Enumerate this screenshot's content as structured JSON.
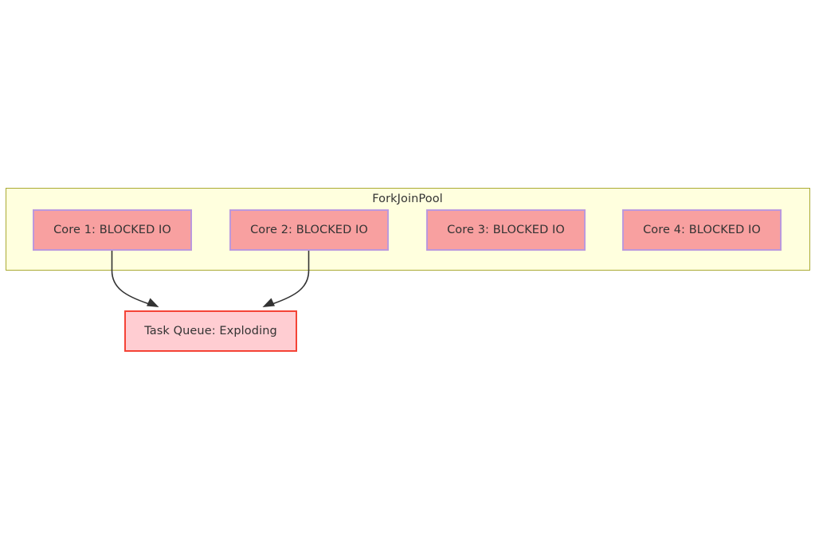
{
  "diagram": {
    "type": "flowchart",
    "background": "#ffffff",
    "cluster": {
      "label": "ForkJoinPool",
      "fill": "#ffffde",
      "stroke": "#aaaa33"
    },
    "nodes": [
      {
        "id": "core-1",
        "label": "Core 1: BLOCKED IO",
        "fill": "#f8a0a0",
        "stroke": "#bb99dd"
      },
      {
        "id": "core-2",
        "label": "Core 2: BLOCKED IO",
        "fill": "#f8a0a0",
        "stroke": "#bb99dd"
      },
      {
        "id": "core-3",
        "label": "Core 3: BLOCKED IO",
        "fill": "#f8a0a0",
        "stroke": "#bb99dd"
      },
      {
        "id": "core-4",
        "label": "Core 4: BLOCKED IO",
        "fill": "#f8a0a0",
        "stroke": "#bb99dd"
      },
      {
        "id": "task-queue",
        "label": "Task Queue: Exploding",
        "fill": "#ffcdd2",
        "stroke": "#f44336"
      }
    ],
    "edges": [
      {
        "from": "core-1",
        "to": "task-queue",
        "label": "",
        "arrow": "filled-triangle",
        "stroke": "#333333"
      },
      {
        "from": "core-2",
        "to": "task-queue",
        "label": "",
        "arrow": "filled-triangle",
        "stroke": "#333333"
      }
    ],
    "text_color": "#333333"
  }
}
